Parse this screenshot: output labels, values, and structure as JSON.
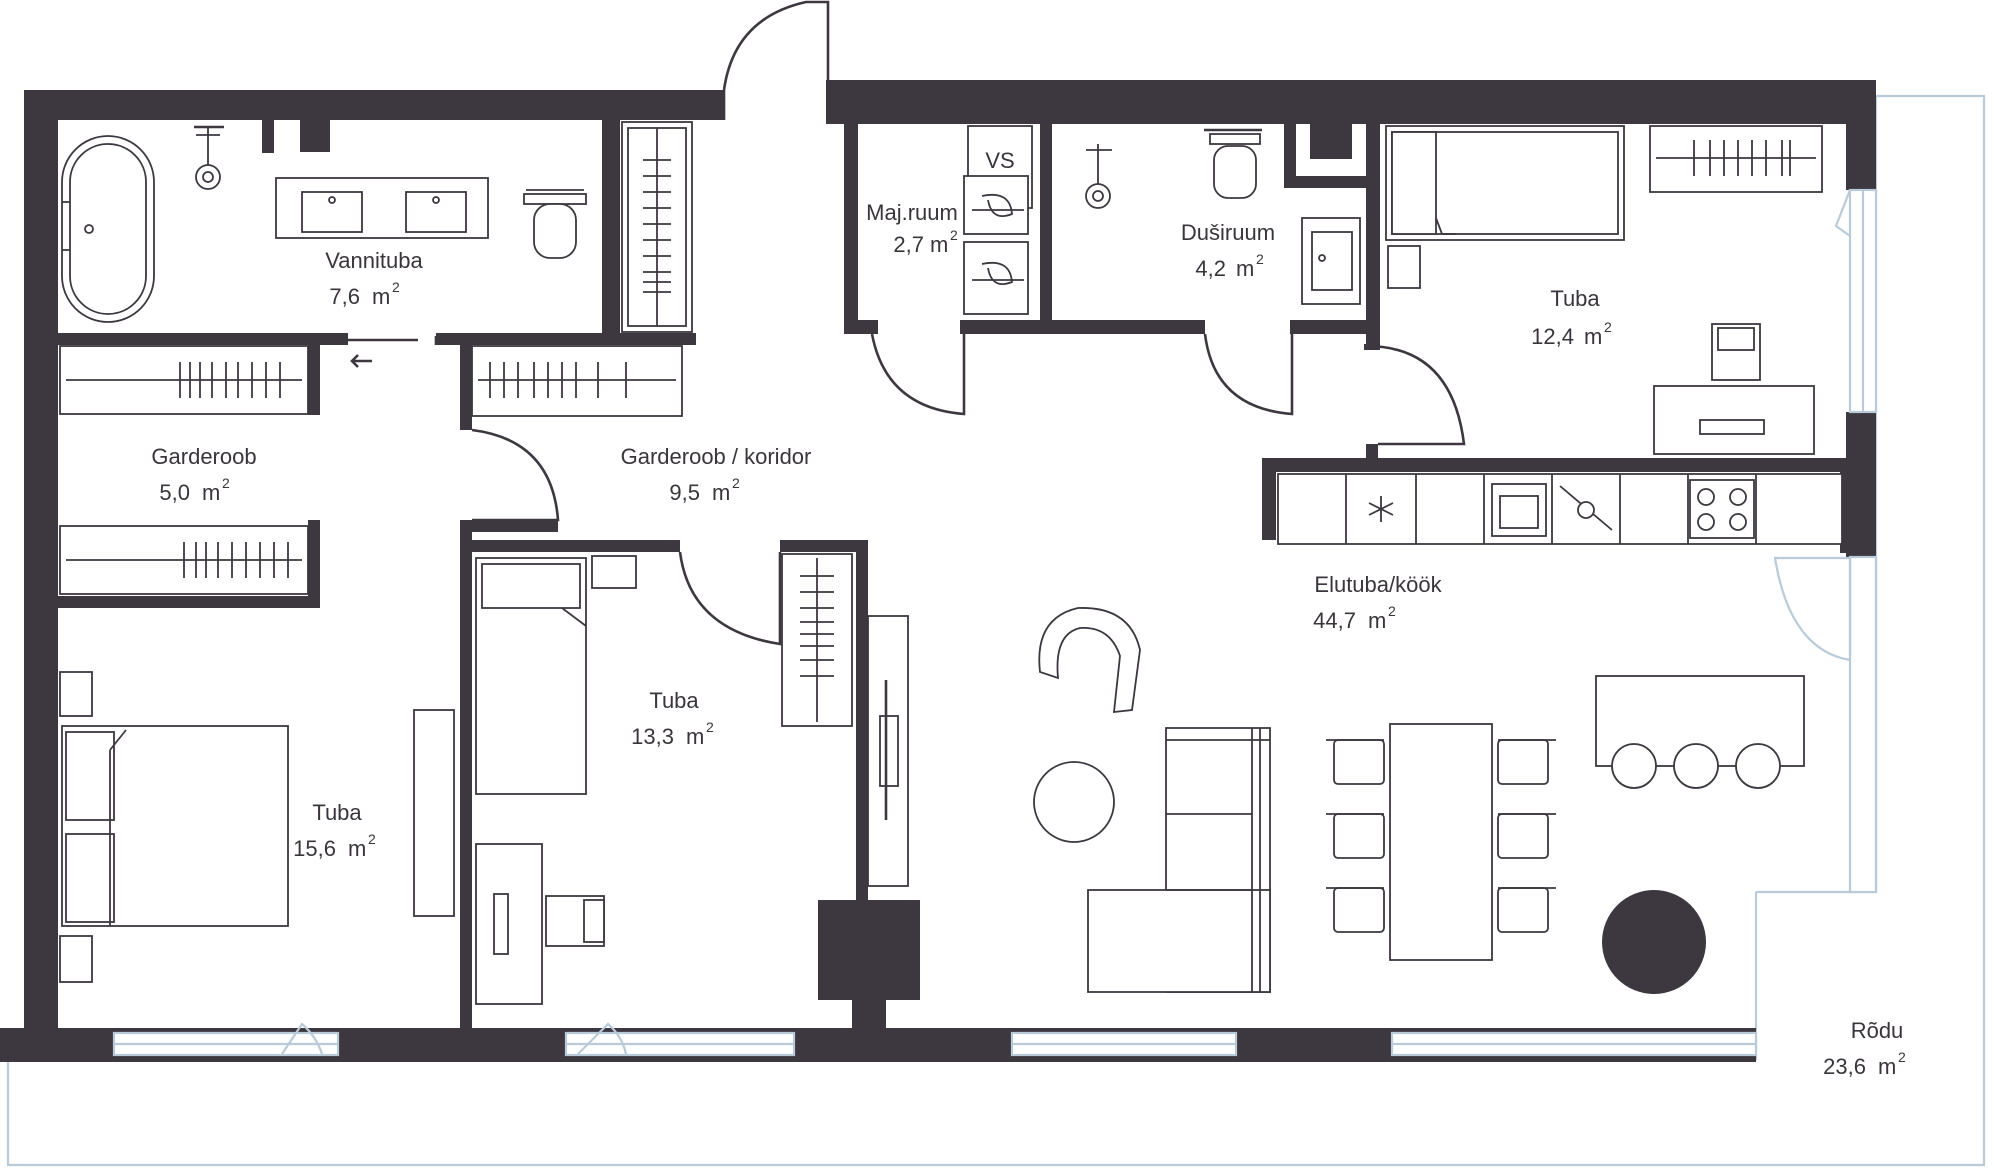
{
  "colors": {
    "wall": "#3d3740",
    "line": "#3d3740",
    "glass": "#b9cbd8",
    "background": "#ffffff"
  },
  "rooms": [
    {
      "id": "vannituba",
      "name": "Vannituba",
      "area": "7,6",
      "unit": "m",
      "exp": "2"
    },
    {
      "id": "garderoob",
      "name": "Garderoob",
      "area": "5,0",
      "unit": "m",
      "exp": "2"
    },
    {
      "id": "koridor",
      "name": "Garderoob / koridor",
      "area": "9,5",
      "unit": "m",
      "exp": "2"
    },
    {
      "id": "majruum",
      "name": "Maj.ruum",
      "area": "2,7",
      "unit": "m",
      "exp": "2"
    },
    {
      "id": "dusiruum",
      "name": "Duširuum",
      "area": "4,2",
      "unit": "m",
      "exp": "2"
    },
    {
      "id": "tuba-ne",
      "name": "Tuba",
      "area": "12,4",
      "unit": "m",
      "exp": "2"
    },
    {
      "id": "elutuba",
      "name": "Elutuba/köök",
      "area": "44,7",
      "unit": "m",
      "exp": "2"
    },
    {
      "id": "tuba-mid",
      "name": "Tuba",
      "area": "13,3",
      "unit": "m",
      "exp": "2"
    },
    {
      "id": "tuba-sw",
      "name": "Tuba",
      "area": "15,6",
      "unit": "m",
      "exp": "2"
    },
    {
      "id": "rodu",
      "name": "Rõdu",
      "area": "23,6",
      "unit": "m",
      "exp": "2"
    }
  ],
  "fixtures": {
    "laundry_label": "VS"
  },
  "icons": {
    "arrow": "arrow-left-icon",
    "freezer": "snowflake-icon"
  }
}
